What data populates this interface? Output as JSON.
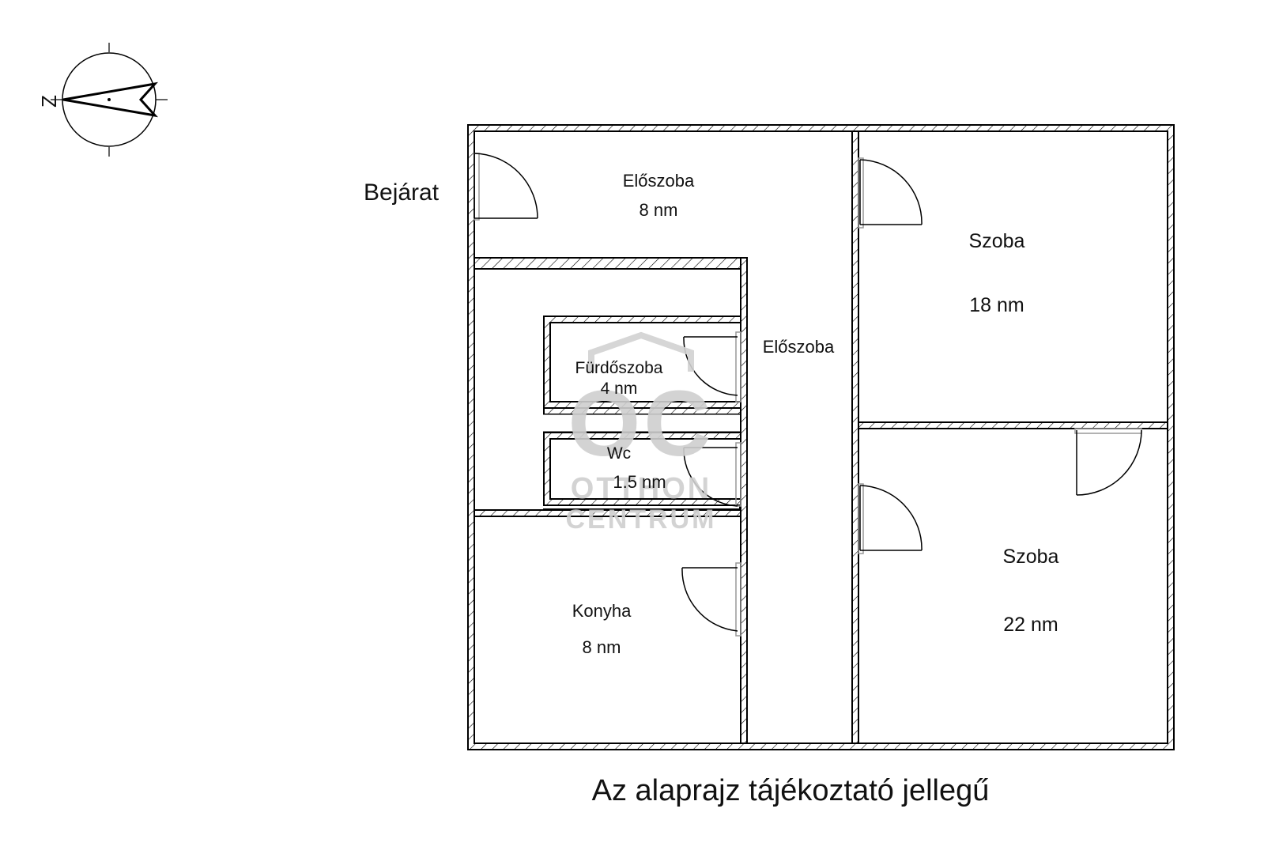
{
  "compass": {
    "north_letter": "Z"
  },
  "entrance": {
    "label": "Bejárat"
  },
  "rooms": [
    {
      "id": "eloszoba-top",
      "name": "Előszoba",
      "area": "8 nm"
    },
    {
      "id": "eloszoba-hall",
      "name": "Előszoba",
      "area": ""
    },
    {
      "id": "furdoszoba",
      "name": "Fürdőszoba",
      "area": "4 nm"
    },
    {
      "id": "wc",
      "name": "Wc",
      "area": "1.5 nm"
    },
    {
      "id": "konyha",
      "name": "Konyha",
      "area": "8 nm"
    },
    {
      "id": "szoba-1",
      "name": "Szoba",
      "area": "18 nm"
    },
    {
      "id": "szoba-2",
      "name": "Szoba",
      "area": "22 nm"
    }
  ],
  "watermark": {
    "line1": "OTTHON",
    "line2": "CENTRUM",
    "logo": "OC"
  },
  "caption": "Az alaprajz tájékoztató jellegű"
}
